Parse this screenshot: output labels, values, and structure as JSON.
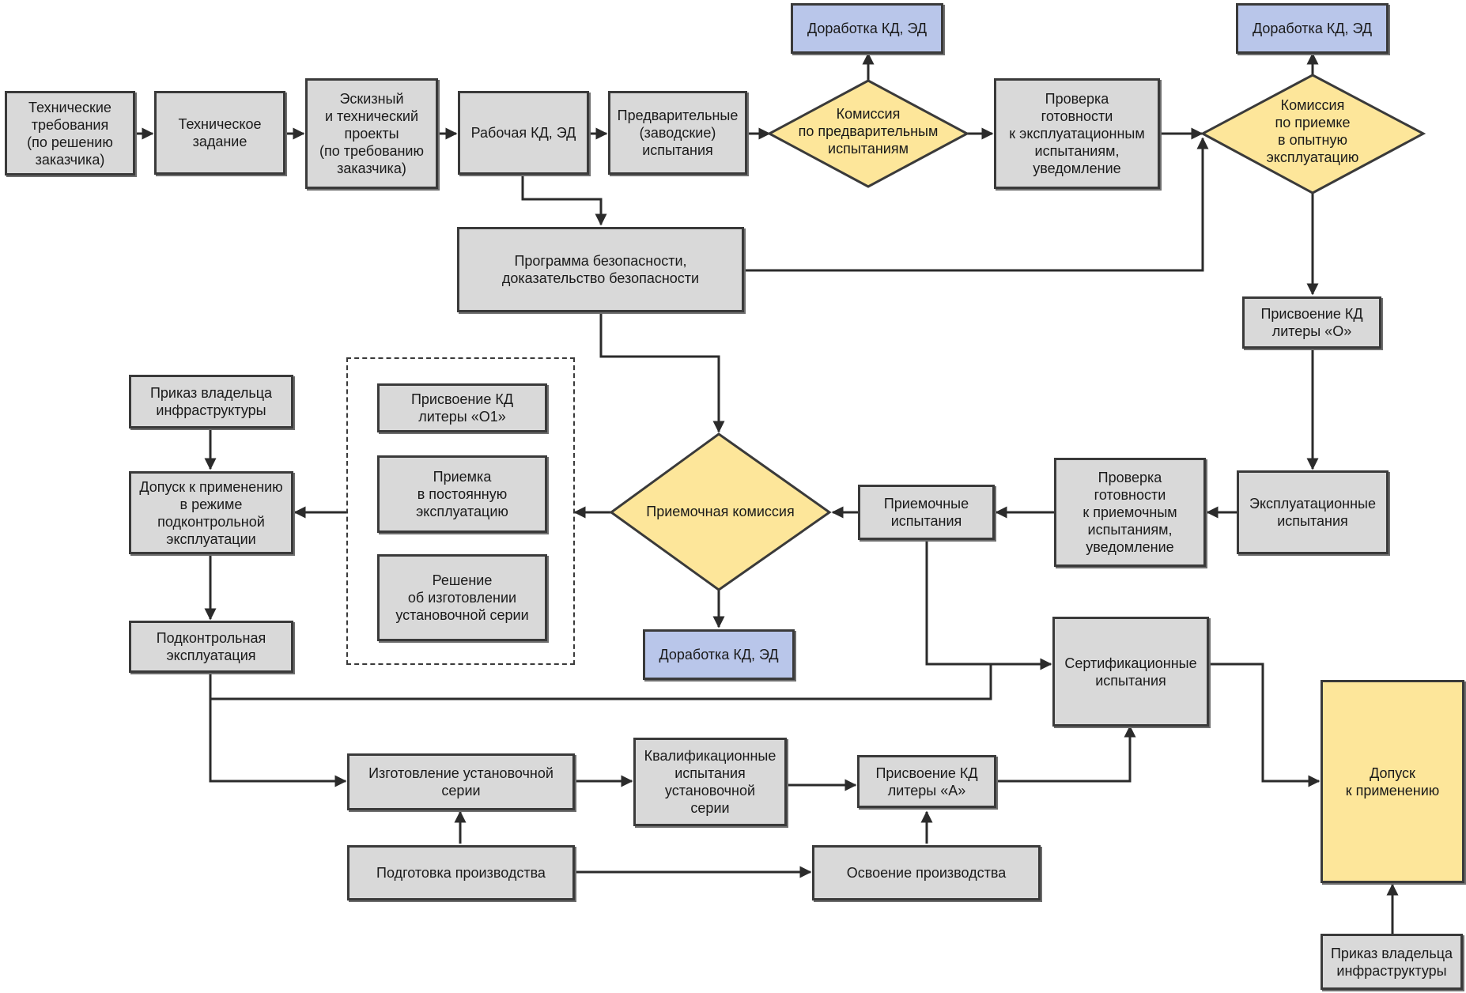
{
  "colors": {
    "box_fill": "#d9d9d9",
    "blue_fill": "#b9c6ea",
    "yellow_fill": "#fde69a",
    "line": "#2b2b2b"
  },
  "nodes": {
    "tech_req": "Технические\nтребования\n(по решению\nзаказчика)",
    "tech_task": "Техническое\nзадание",
    "sketch": "Эскизный\nи технический\nпроекты\n(по требованию\nзаказчика)",
    "work_kd": "Рабочая КД, ЭД",
    "prelim_tests": "Предварительные\n(заводские)\nиспытания",
    "commission_prelim": "Комиссия\nпо предварительным\nиспытаниям",
    "rework_top1": "Доработка КД, ЭД",
    "check_ready_ops": "Проверка\nготовности\nк эксплуатационным\nиспытаниям,\nуведомление",
    "rework_top2": "Доработка КД, ЭД",
    "commission_trial": "Комиссия\nпо приемке\nв опытную\nэксплуатацию",
    "safety": "Программа безопасности,\nдоказательство безопасности",
    "assign_o": "Присвоение КД\nлитеры «О»",
    "ops_tests": "Эксплуатационные\nиспытания",
    "check_ready_accept": "Проверка\nготовности\nк приемочным\nиспытаниям,\nуведомление",
    "accept_tests": "Приемочные\nиспытания",
    "accept_commission": "Приемочная комиссия",
    "rework_mid": "Доработка КД, ЭД",
    "assign_o1": "Присвоение КД\nлитеры «О1»",
    "accept_perm": "Приемка\nв постоянную\nэксплуатацию",
    "decision_series": "Решение\nоб изготовлении\nустановочной серии",
    "owner_order1": "Приказ владельца\nинфраструктуры",
    "admit_controlled": "Допуск к применению\nв режиме\nподконтрольной\nэксплуатации",
    "controlled_ops": "Подконтрольная\nэксплуатация",
    "cert_tests": "Сертификационные\nиспытания",
    "make_series": "Изготовление установочной\nсерии",
    "qual_tests": "Квалификационные\nиспытания\nустановочной\nсерии",
    "assign_a": "Присвоение КД\nлитеры «А»",
    "prep_prod": "Подготовка производства",
    "master_prod": "Освоение производства",
    "admit_final": "Допуск\nк применению",
    "owner_order2": "Приказ владельца\nинфраструктуры"
  }
}
